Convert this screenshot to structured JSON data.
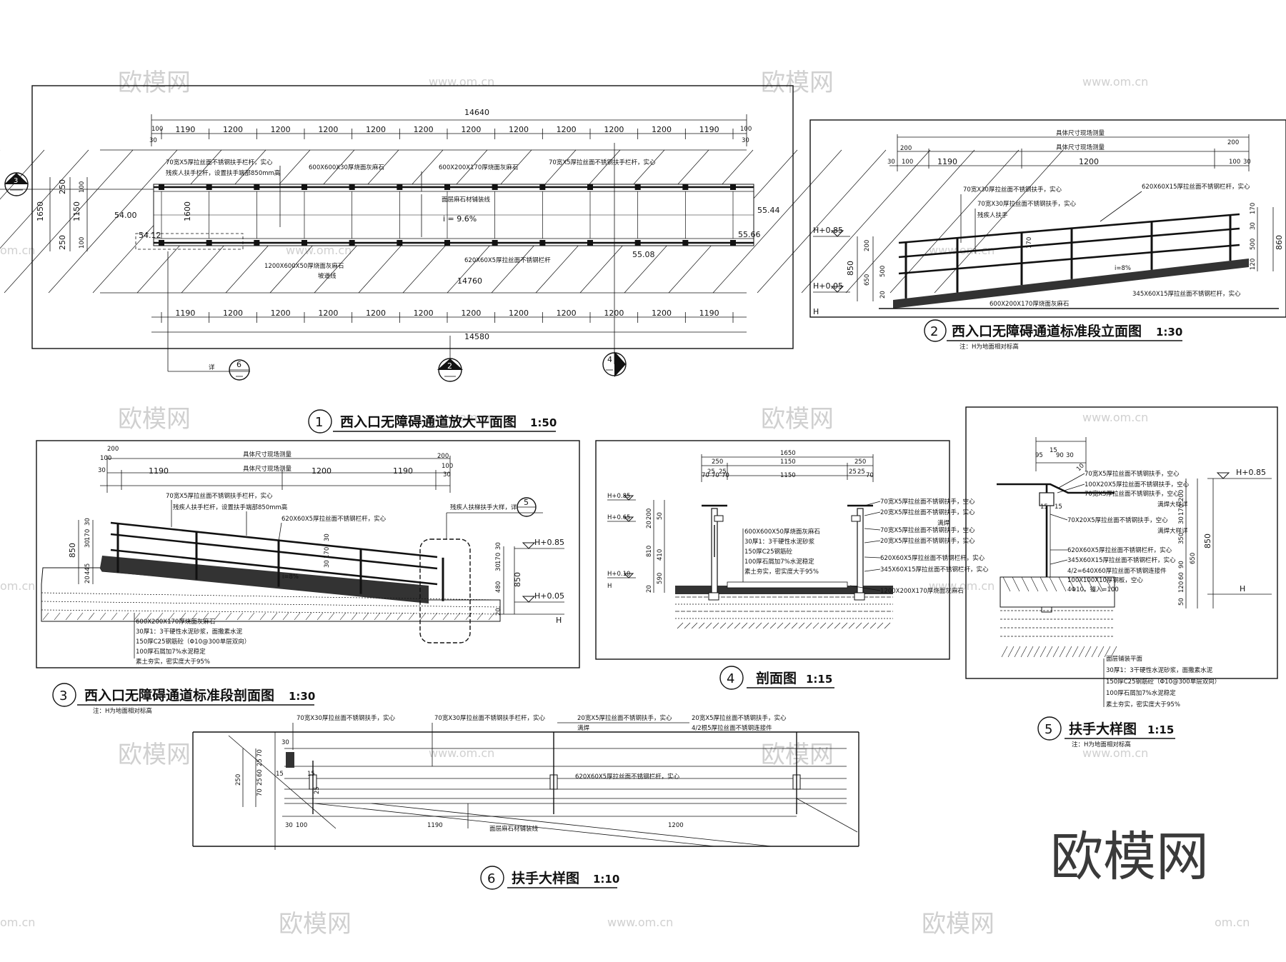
{
  "watermark": {
    "brand": "欧模网",
    "url": "www.om.cn",
    "url_short": "om.cn"
  },
  "drawing1": {
    "title": "西入口无障碍通道放大平面图",
    "scale": "1:50",
    "num": "1",
    "dim_total_top": "14640",
    "dims_top": [
      "1190",
      "1200",
      "1200",
      "1200",
      "1200",
      "1200",
      "1200",
      "1200",
      "1200",
      "1200",
      "1200",
      "1190"
    ],
    "dim_ends": [
      "100",
      "30",
      "100",
      "30"
    ],
    "dim_total_bottom": "14580",
    "dims_bottom": [
      "1190",
      "1200",
      "1200",
      "1200",
      "1200",
      "1200",
      "1200",
      "1200",
      "1200",
      "1200",
      "1200",
      "1190"
    ],
    "dim_mid": "14760",
    "left_dims": [
      "1650",
      "1150",
      "250",
      "250",
      "100",
      "100"
    ],
    "elev": [
      "54.00",
      "54.12",
      "55.44",
      "55.66",
      "55.08"
    ],
    "slope": "i = 9.6%",
    "h1600": "1600",
    "notes": [
      "70宽X5厚拉丝面不锈钢扶手栏杆，实心",
      "残疾人扶手栏杆，设置扶手端部850mm高",
      "600X600X30厚烧面灰麻石",
      "600X200X170厚烧面灰麻石",
      "70宽X5厚拉丝面不锈钢扶手栏杆，实心",
      "面层麻石材铺装线",
      "620X60X5厚拉丝面不锈钢栏杆",
      "1200X600X50厚烧面灰麻石",
      "坡道线"
    ],
    "callouts": [
      "3",
      "6",
      "2",
      "4"
    ],
    "callout_note": "详"
  },
  "drawing2": {
    "title": "西入口无障碍通道标准段立面图",
    "scale": "1:30",
    "num": "2",
    "note": "注：H为地面相对标高",
    "dims_top": [
      "200",
      "1190",
      "1200",
      "200",
      "30",
      "100",
      "100",
      "30"
    ],
    "dim_label": "具体尺寸现场测量",
    "dim_label2": "具体尺寸现场测量",
    "levels": [
      "H+0.85",
      "H+0.05",
      "H"
    ],
    "left_dims": [
      "850",
      "200",
      "650",
      "500",
      "20"
    ],
    "right_dims": [
      "30",
      "170",
      "500",
      "120",
      "860"
    ],
    "slope": "i=8%",
    "h170": "170",
    "notes": [
      "70宽X30厚拉丝面不锈钢扶手，实心",
      "70宽X30厚拉丝面不锈钢扶手，实心",
      "残疾人扶手",
      "620X60X15厚拉丝面不锈钢栏杆，实心",
      "600X200X170厚烧面灰麻石",
      "345X60X15厚拉丝面不锈钢栏杆，实心"
    ]
  },
  "drawing3": {
    "title": "西入口无障碍通道标准段剖面图",
    "scale": "1:30",
    "num": "3",
    "note": "注：H为地面相对标高",
    "dims_top": [
      "200",
      "200",
      "1190",
      "1200",
      "1190",
      "100",
      "30",
      "100",
      "30"
    ],
    "dim_label": "具体尺寸现场测量",
    "dim_label2": "具体尺寸现场测量",
    "levels": [
      "H+0.85",
      "H+0.05",
      "H"
    ],
    "left_dims": [
      "850",
      "445",
      "20",
      "30",
      "170",
      "30"
    ],
    "right_dims": [
      "30",
      "170",
      "480",
      "850",
      "30",
      "20"
    ],
    "mid_dims": [
      "30",
      "170",
      "30"
    ],
    "slope": "i=8%",
    "callout": "5",
    "callout_note": "残疾人扶梯扶手大样，详",
    "notes": [
      "70宽X5厚拉丝面不锈钢扶手栏杆，实心",
      "残疾人扶手栏杆，设置扶手端部850mm高",
      "620X60X5厚拉丝面不锈钢栏杆，实心"
    ],
    "layers": [
      "600X200X170厚烧面灰麻石",
      "30厚1：3干硬性水泥砂浆，面撒素水泥",
      "150厚C25钢筋砼（Φ10@300单层双向）",
      "100厚石屑加7%水泥稳定",
      "素土夯实，密实度大于95%"
    ]
  },
  "drawing4": {
    "title": "剖面图",
    "scale": "1:15",
    "num": "4",
    "dims_top": [
      "1650",
      "250",
      "1150",
      "250",
      "1150",
      "25",
      "25",
      "70",
      "70",
      "70",
      "70",
      "25",
      "25"
    ],
    "levels": [
      "H+0.85",
      "H+0.65",
      "H+0.10",
      "H"
    ],
    "left_dims": [
      "200",
      "20",
      "810",
      "410",
      "50",
      "590",
      "20"
    ],
    "notes_left": [
      "600X600X50厚烧面灰麻石",
      "30厚1：3干硬性水泥砂浆",
      "150厚C25钢筋砼",
      "100厚石屑加7%水泥稳定",
      "素土夯实，密实度大于95%"
    ],
    "notes_right": [
      "70宽X5厚拉丝面不锈钢扶手，空心",
      "20宽X5厚拉丝面不锈钢扶手，实心",
      "满焊",
      "70宽X5厚拉丝面不锈钢扶手，空心",
      "20宽X5厚拉丝面不锈钢扶手，实心",
      "620X60X5厚拉丝面不锈钢栏杆，实心",
      "345X60X15厚拉丝面不锈钢栏杆，实心",
      "1200X200X170厚烧面灰麻石"
    ]
  },
  "drawing5": {
    "title": "扶手大样图",
    "scale": "1:15",
    "num": "5",
    "note": "注：H为地面相对标高",
    "dims_top": [
      "95",
      "15",
      "90",
      "30",
      "10"
    ],
    "levels": [
      "H+0.85",
      "H"
    ],
    "right_dims": [
      "200",
      "170",
      "30",
      "350",
      "850",
      "650",
      "90",
      "60",
      "120",
      "50"
    ],
    "left_dims": [
      "15",
      "15"
    ],
    "notes": [
      "70宽X5厚拉丝面不锈钢扶手，空心",
      "100X20X5厚拉丝面不锈钢扶手，空心",
      "70宽X5厚拉丝面不锈钢扶手，空心",
      "满焊大样详",
      "70X20X5厚拉丝面不锈钢扶手，空心",
      "满焊大样详",
      "620X60X5厚拉丝面不锈钢栏杆，实心",
      "345X60X15厚拉丝面不锈钢栏杆，实心",
      "4/2=640X60厚拉丝面不锈钢连接件",
      "100X100X10厚钢板，空心",
      "4Φ10，锚入=100"
    ],
    "layers": [
      "面层铺装平面",
      "30厚1：3干硬性水泥砂浆，面撒素水泥",
      "150厚C25钢筋砼（Φ10@300单层双向）",
      "100厚石屑加7%水泥稳定",
      "素土夯实，密实度大于95%"
    ]
  },
  "drawing6": {
    "title": "扶手大样图",
    "scale": "1:10",
    "num": "6",
    "notes": [
      "70宽X30厚拉丝面不锈钢扶手，实心",
      "70宽X30厚拉丝面不锈钢扶手栏杆，实心",
      "20宽X5厚拉丝面不锈钢扶手，实心",
      "满焊",
      "20宽X5厚拉丝面不锈钢扶手，实心",
      "4/2根5厚拉丝面不锈钢连接件",
      "620X60X5厚拉丝面不锈钢栏杆，实心",
      "面层麻石材铺装线"
    ],
    "left_dims": [
      "250",
      "30",
      "70",
      "25",
      "60",
      "25",
      "70",
      "15",
      "15",
      "25"
    ],
    "bottom_dims": [
      "30",
      "100",
      "1190",
      "1200"
    ]
  }
}
